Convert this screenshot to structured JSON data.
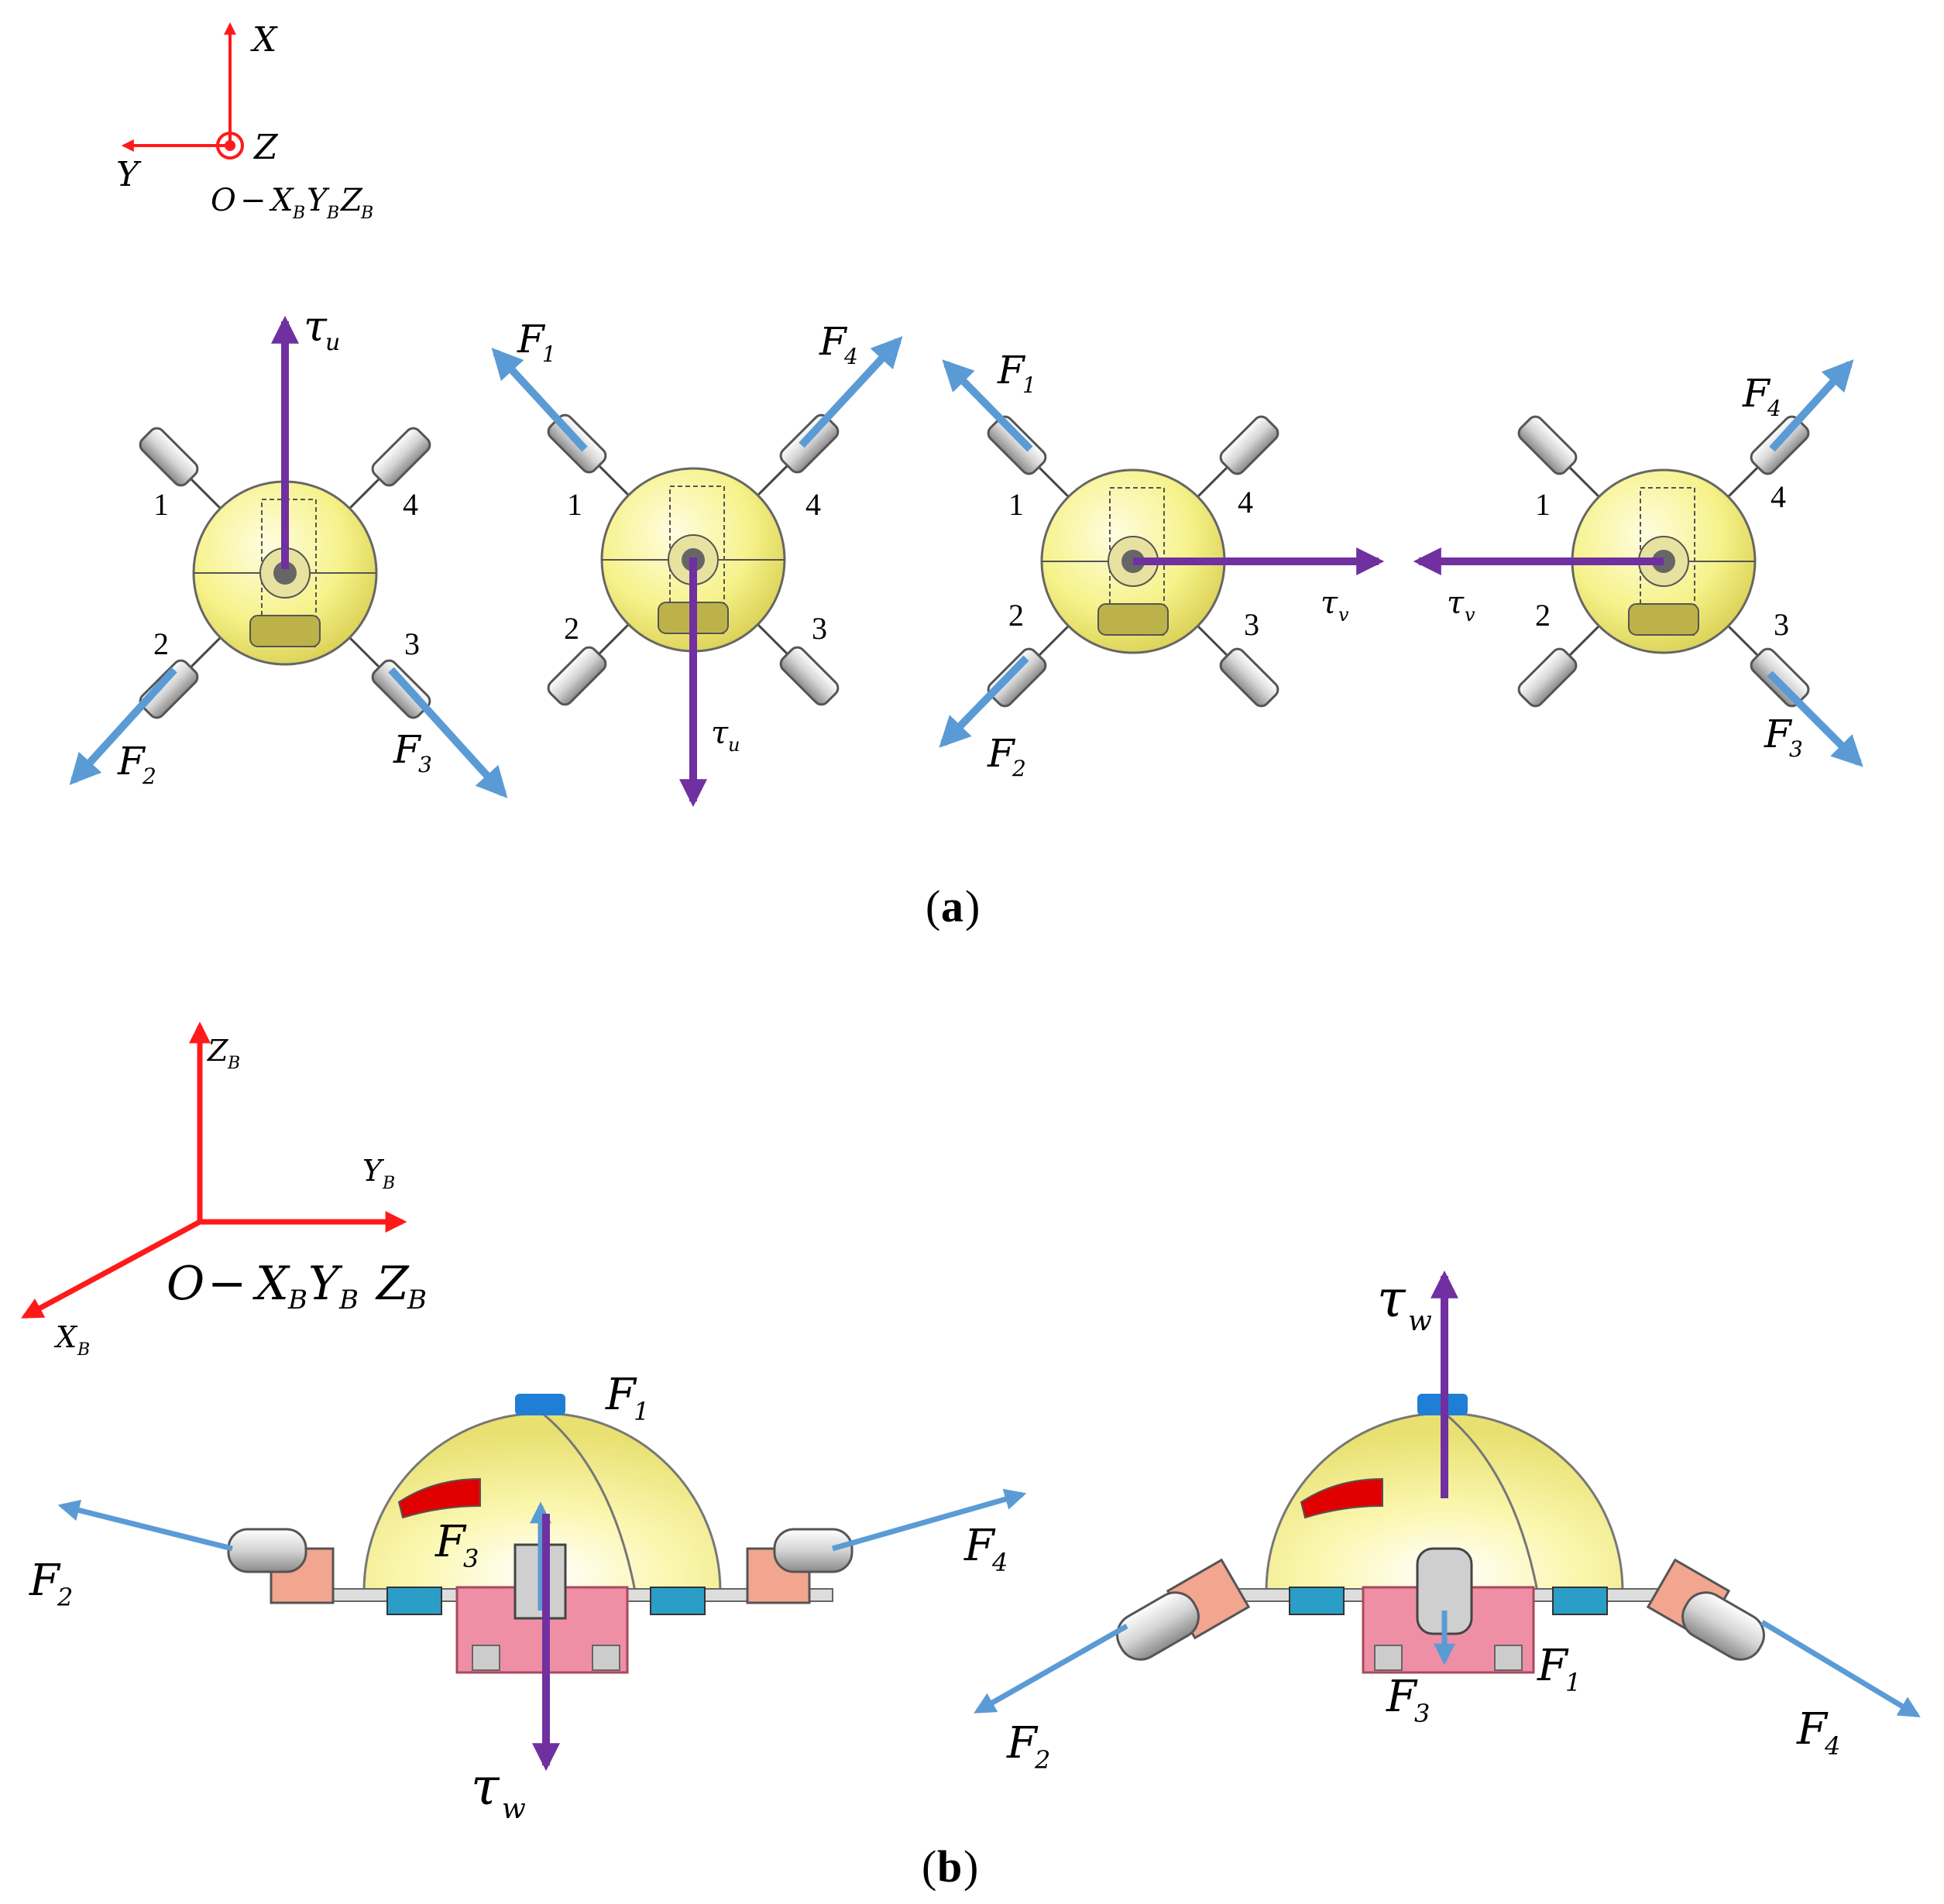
{
  "colors": {
    "axis": "#ff1a1a",
    "force": "#5b9bd5",
    "torque": "#7030a0",
    "hull": "#f6f28a",
    "hull_dark": "#d9cf52",
    "thruster": "#cfcfcf",
    "bracket": "#f2a58f",
    "base": "#ef8fa6",
    "servo": "#2a9ec7",
    "cap_blue": "#1f7fd6",
    "window": "#e00000"
  },
  "frame_a": {
    "x": "X",
    "y": "Y",
    "z": "Z",
    "origin": "O",
    "dash": "−",
    "xb": "X",
    "yb": "Y",
    "zb": "Z",
    "b": "B"
  },
  "frame_b": {
    "origin": "O",
    "dash": "−",
    "x": "X",
    "y": "Y",
    "z": "Z",
    "b": "B"
  },
  "symbols": {
    "F": "F",
    "tau": "τ",
    "s1": "1",
    "s2": "2",
    "s3": "3",
    "s4": "4",
    "u": "u",
    "v": "v",
    "w": "w"
  },
  "thruster_numbers": {
    "n1": "1",
    "n2": "2",
    "n3": "3",
    "n4": "4"
  },
  "captions": {
    "a_open": "(",
    "a_letter": "a",
    "a_close": ")",
    "b_open": "(",
    "b_letter": "b",
    "b_close": ")"
  }
}
